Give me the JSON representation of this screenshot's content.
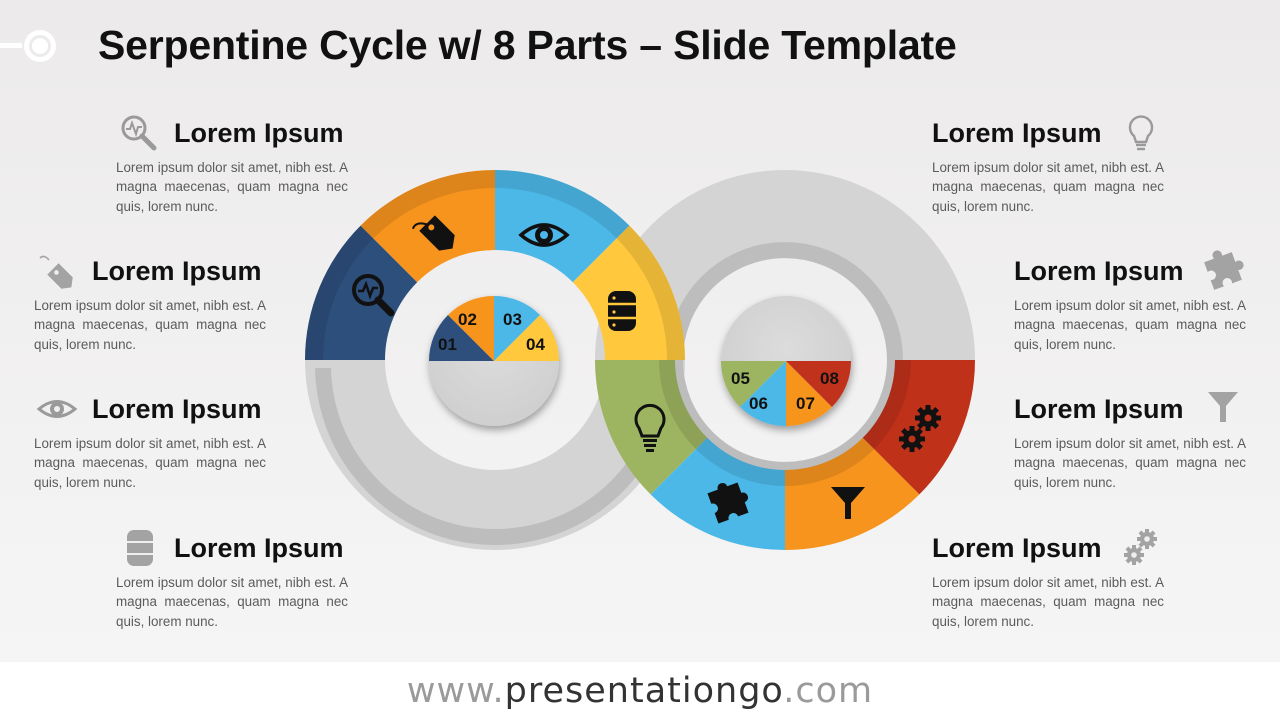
{
  "title": "Serpentine Cycle w/ 8 Parts – Slide Template",
  "footer": {
    "prefix": "www.",
    "brand": "presentationgo",
    "suffix": ".com"
  },
  "colors": {
    "part01": "#2d4f7c",
    "part02": "#f7941d",
    "part03": "#4cb8e8",
    "part04": "#ffc83d",
    "part05": "#9db461",
    "part06": "#4cb8e8",
    "part07": "#f7941d",
    "part08": "#c0311a",
    "ring_gray": "#d3d3d3"
  },
  "segments": [
    {
      "number": "01",
      "icon": "magnifier-pulse-icon"
    },
    {
      "number": "02",
      "icon": "price-tag-icon"
    },
    {
      "number": "03",
      "icon": "eye-icon"
    },
    {
      "number": "04",
      "icon": "database-icon"
    },
    {
      "number": "05",
      "icon": "lightbulb-icon"
    },
    {
      "number": "06",
      "icon": "puzzle-piece-icon"
    },
    {
      "number": "07",
      "icon": "funnel-icon"
    },
    {
      "number": "08",
      "icon": "gears-icon"
    }
  ],
  "left_blocks": [
    {
      "heading": "Lorem Ipsum",
      "text": "Lorem ipsum dolor sit amet, nibh est. A magna maecenas, quam magna nec quis, lorem nunc.",
      "icon": "magnifier-pulse-icon"
    },
    {
      "heading": "Lorem Ipsum",
      "text": "Lorem ipsum dolor sit amet, nibh est. A magna maecenas, quam magna nec quis, lorem nunc.",
      "icon": "price-tag-icon"
    },
    {
      "heading": "Lorem Ipsum",
      "text": "Lorem ipsum dolor sit amet, nibh est. A magna maecenas, quam magna nec quis, lorem nunc.",
      "icon": "eye-icon"
    },
    {
      "heading": "Lorem Ipsum",
      "text": "Lorem ipsum dolor sit amet, nibh est. A magna maecenas, quam magna nec quis, lorem nunc.",
      "icon": "database-icon"
    }
  ],
  "right_blocks": [
    {
      "heading": "Lorem Ipsum",
      "text": "Lorem ipsum dolor sit amet, nibh est. A magna maecenas, quam magna nec quis, lorem nunc.",
      "icon": "lightbulb-icon"
    },
    {
      "heading": "Lorem Ipsum",
      "text": "Lorem ipsum dolor sit amet, nibh est. A magna maecenas, quam magna nec quis, lorem nunc.",
      "icon": "puzzle-piece-icon"
    },
    {
      "heading": "Lorem Ipsum",
      "text": "Lorem ipsum dolor sit amet, nibh est. A magna maecenas, quam magna nec quis, lorem nunc.",
      "icon": "funnel-icon"
    },
    {
      "heading": "Lorem Ipsum",
      "text": "Lorem ipsum dolor sit amet, nibh est. A magna maecenas, quam magna nec quis, lorem nunc.",
      "icon": "gears-icon"
    }
  ]
}
